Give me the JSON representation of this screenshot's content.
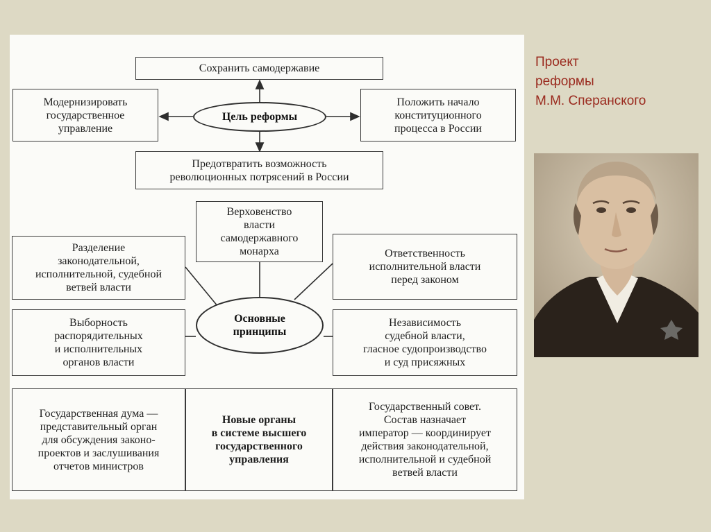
{
  "diagram": {
    "top_box": "Сохранить самодержавие",
    "goal_ellipse": "Цель реформы",
    "left_goal": "Модернизировать\nгосударственное\nуправление",
    "right_goal": "Положить начало\nконституционного\nпроцесса в России",
    "bottom_goal": "Предотвратить возможность\nреволюционных потрясений в России",
    "principles_ellipse": "Основные\nпринципы",
    "principle_top": "Верховенство\nвласти\nсамодержавного\nмонарха",
    "principle_left_1": "Разделение\nзаконодательной,\nисполнительной, судебной\nветвей власти",
    "principle_left_2": "Выборность\nраспорядительных\nи исполнительных\nорганов власти",
    "principle_right_1": "Ответственность\nисполнительной власти\nперед законом",
    "principle_right_2": "Независимость\nсудебной власти,\nгласное судопроизводство\nи суд присяжных",
    "organs_left": "Государственная дума —\nпредставительный орган\nдля обсуждения законо-\nпроектов и заслушивания\nотчетов министров",
    "organs_center": "Новые органы\nв системе высшего\nгосударственного\nуправления",
    "organs_right": "Государственный совет.\nСостав назначает\nимператор — координирует\nдействия законодательной,\nисполнительной и судебной\nветвей власти"
  },
  "sidebar": {
    "title": "Проект\nреформы\nМ.М. Сперанского"
  },
  "colors": {
    "background": "#ddd9c4",
    "title_text": "#9a2a1e",
    "scan_paper": "#fbfbf8",
    "ink": "#2e2e2e"
  },
  "icons": [
    "portrait-image"
  ]
}
